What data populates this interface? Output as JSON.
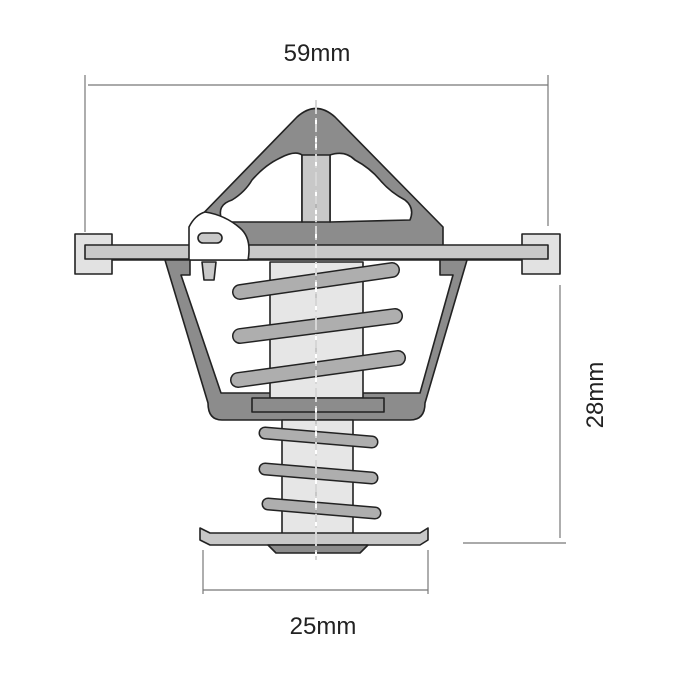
{
  "dimensions": {
    "overall_width": "59mm",
    "height": "28mm",
    "base_width": "25mm"
  },
  "colors": {
    "body_dark": "#8c8c8c",
    "spring": "#aeaeae",
    "flange": "#c8c8c8",
    "stem": "#e6e6e6",
    "outline": "#222222",
    "dimension_line": "#777777"
  }
}
